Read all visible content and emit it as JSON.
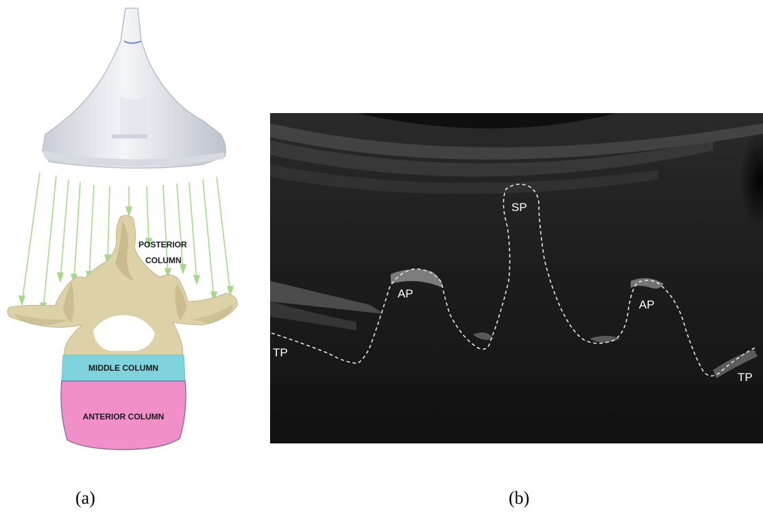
{
  "panel_a": {
    "labels": {
      "posterior": [
        "POSTERIOR",
        "COLUMN"
      ],
      "middle": "MIDDLE COLUMN",
      "anterior": "ANTERIOR COLUMN"
    },
    "caption": "(a)",
    "colors": {
      "bone": "#ddd1a7",
      "bone_shadow": "#b9a97a",
      "middle": "#7fd3dc",
      "anterior": "#f190c8",
      "beam": "#9ad07e",
      "probe": "#e9ecf1"
    }
  },
  "panel_b": {
    "labels": {
      "tp_left": "TP",
      "ap_left": "AP",
      "sp": "SP",
      "ap_right": "AP",
      "tp_right": "TP"
    },
    "caption": "(b)"
  }
}
